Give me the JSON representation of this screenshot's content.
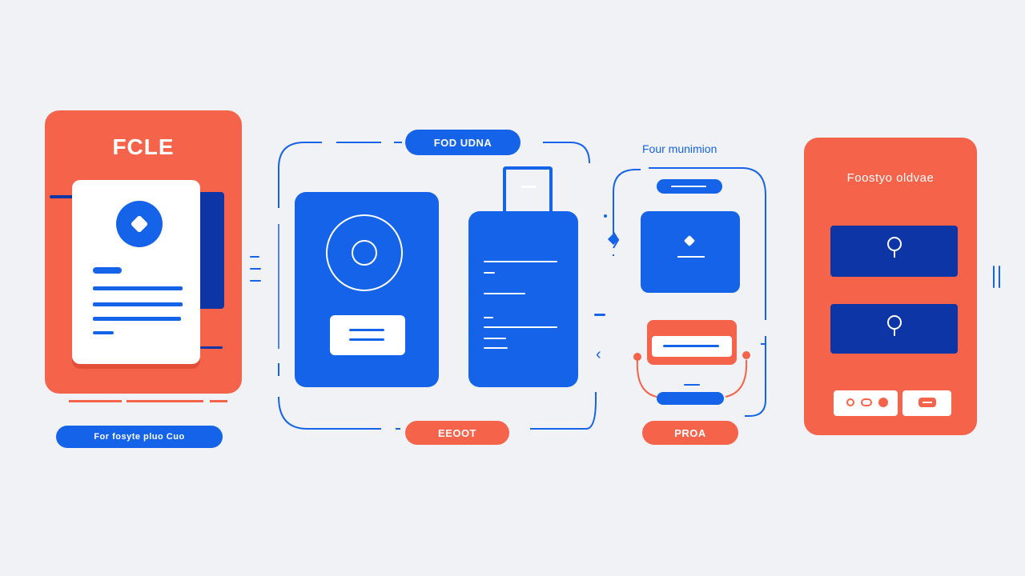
{
  "panel_left": {
    "title": "FCLE",
    "caption": "For fosyte pluo Cuo"
  },
  "panel_middle": {
    "top_pill": "FOD UDNA",
    "bottom_pill": "EEOOT"
  },
  "panel_flow": {
    "title": "Four munimion",
    "bottom_pill": "PROA"
  },
  "panel_right": {
    "title": "Foostyo oldvae"
  },
  "colors": {
    "blue": "#1563e8",
    "dark_blue": "#0e35a6",
    "coral": "#f5634a",
    "background": "#f1f2f6"
  },
  "icons": [
    "avatar-icon",
    "target-icon",
    "badge-icon",
    "diamond-icon",
    "key-icon",
    "toggle-icon",
    "chevron-left-icon"
  ]
}
